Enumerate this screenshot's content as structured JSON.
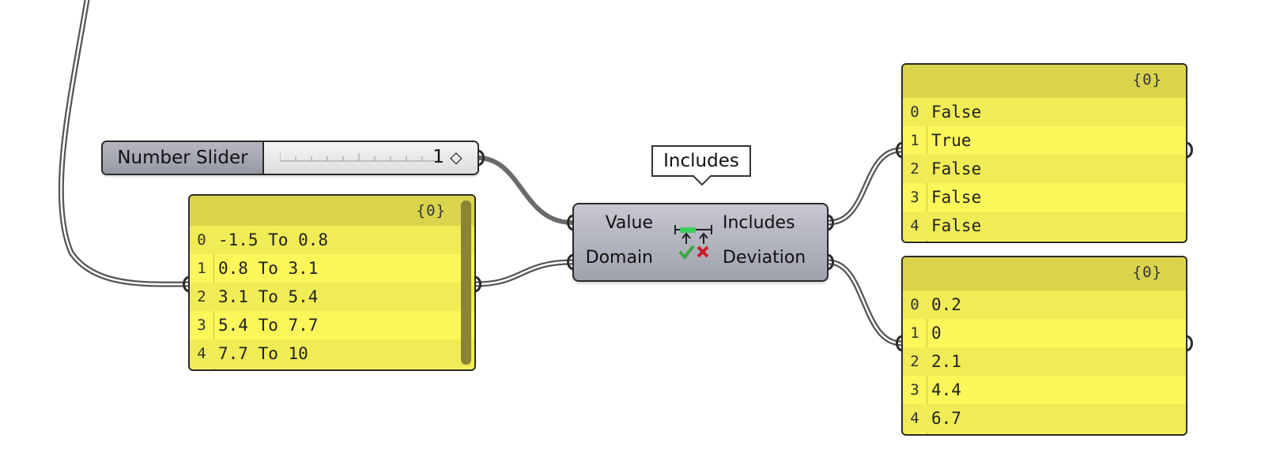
{
  "slider": {
    "label": "Number Slider",
    "value": "1",
    "grip": "◇"
  },
  "domain_panel": {
    "path": "{0}",
    "rows": [
      {
        "index": "0",
        "value": "-1.5 To 0.8"
      },
      {
        "index": "1",
        "value": "0.8 To 3.1"
      },
      {
        "index": "2",
        "value": "3.1 To 5.4"
      },
      {
        "index": "3",
        "value": "5.4 To 7.7"
      },
      {
        "index": "4",
        "value": "7.7 To 10"
      }
    ]
  },
  "component": {
    "tooltip": "Includes",
    "inputs": [
      "Value",
      "Domain"
    ],
    "outputs": [
      "Includes",
      "Deviation"
    ],
    "icon": "includes-icon"
  },
  "includes_panel": {
    "path": "{0}",
    "rows": [
      {
        "index": "0",
        "value": "False"
      },
      {
        "index": "1",
        "value": "True"
      },
      {
        "index": "2",
        "value": "False"
      },
      {
        "index": "3",
        "value": "False"
      },
      {
        "index": "4",
        "value": "False"
      }
    ]
  },
  "deviation_panel": {
    "path": "{0}",
    "rows": [
      {
        "index": "0",
        "value": "0.2"
      },
      {
        "index": "1",
        "value": "0"
      },
      {
        "index": "2",
        "value": "2.1"
      },
      {
        "index": "3",
        "value": "4.4"
      },
      {
        "index": "4",
        "value": "6.7"
      }
    ]
  },
  "colors": {
    "panel": "#fbf75a",
    "panel_header": "#d9d44c",
    "component": "#a8aab5",
    "wire": "#6f6f6f"
  }
}
